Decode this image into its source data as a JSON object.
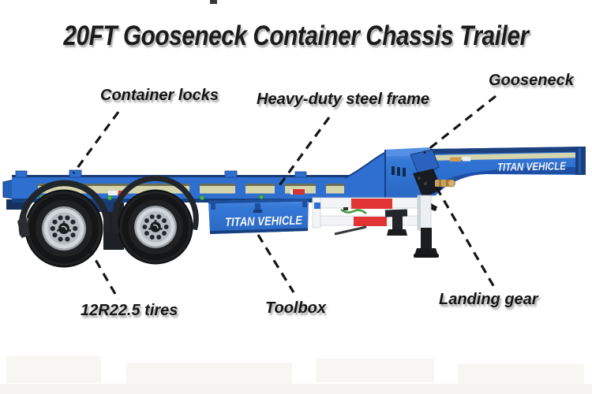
{
  "title": "20FT Gooseneck Container Chassis Trailer",
  "brand": "TITAN VEHICLE",
  "callouts": {
    "container_locks": "Container locks",
    "steel_frame": "Heavy-duty steel frame",
    "gooseneck": "Gooseneck",
    "tires": "12R22.5 tires",
    "toolbox": "Toolbox",
    "landing_gear": "Landing gear"
  },
  "colors": {
    "trailer_blue": "#2e6fd0",
    "trailer_blue_dark": "#1d4fa6",
    "navy_edge": "#1a3a74",
    "stripe_cream": "#d5d5ad",
    "guard_white": "#f2f4f6",
    "guard_red": "#e23434",
    "lashing_green": "#45b84a",
    "tire_black": "#1f2123",
    "rim_silver": "#d3d7da",
    "kingpin_gold": "#c9a35c",
    "label_text": "#141414"
  }
}
